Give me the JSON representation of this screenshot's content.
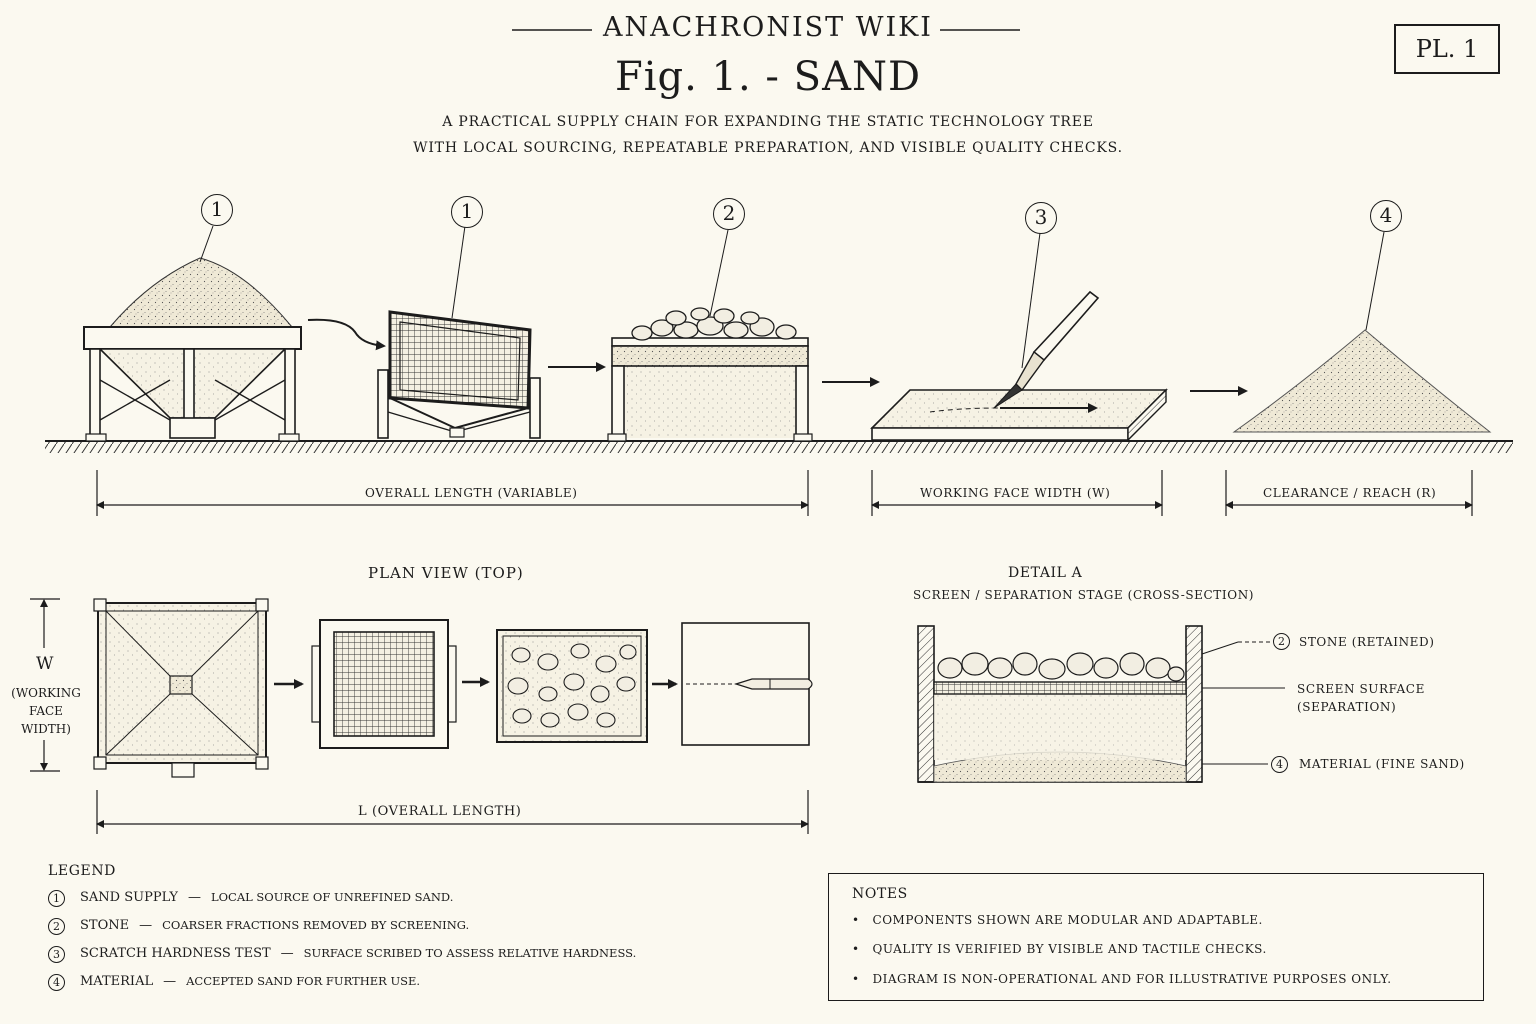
{
  "header": {
    "site_name": "ANACHRONIST WIKI",
    "figure_title": "Fig. 1. - SAND",
    "subtitle_line1": "A PRACTICAL SUPPLY CHAIN FOR EXPANDING THE STATIC TECHNOLOGY TREE",
    "subtitle_line2": "WITH LOCAL SOURCING, REPEATABLE PREPARATION, AND VISIBLE QUALITY CHECKS.",
    "plate_label": "PL. 1"
  },
  "elevation": {
    "callouts": [
      "1",
      "1",
      "2",
      "3",
      "4"
    ],
    "dimensions": {
      "overall_length": "OVERALL LENGTH (VARIABLE)",
      "working_face": "WORKING FACE WIDTH (W)",
      "clearance": "CLEARANCE / REACH (R)"
    }
  },
  "plan_view": {
    "title": "PLAN VIEW (TOP)",
    "w_label": "W",
    "w_desc": [
      "(WORKING",
      "FACE",
      "WIDTH)"
    ],
    "l_label": "L (OVERALL LENGTH)"
  },
  "detail": {
    "title": "DETAIL A",
    "subtitle": "SCREEN / SEPARATION STAGE (CROSS-SECTION)",
    "labels": [
      {
        "num": "2",
        "text": "STONE (RETAINED)"
      },
      {
        "num": "",
        "text": "SCREEN SURFACE",
        "text2": "(SEPARATION)"
      },
      {
        "num": "4",
        "text": "MATERIAL (FINE SAND)"
      }
    ]
  },
  "legend": {
    "title": "LEGEND",
    "items": [
      {
        "num": "1",
        "name": "SAND SUPPLY",
        "desc": "LOCAL SOURCE OF UNREFINED SAND."
      },
      {
        "num": "2",
        "name": "STONE",
        "desc": "COARSER FRACTIONS REMOVED BY SCREENING."
      },
      {
        "num": "3",
        "name": "SCRATCH HARDNESS TEST",
        "desc": "SURFACE SCRIBED TO ASSESS RELATIVE HARDNESS."
      },
      {
        "num": "4",
        "name": "MATERIAL",
        "desc": "ACCEPTED SAND FOR FURTHER USE."
      }
    ]
  },
  "notes": {
    "title": "NOTES",
    "items": [
      "COMPONENTS SHOWN ARE MODULAR AND ADAPTABLE.",
      "QUALITY IS VERIFIED BY VISIBLE AND TACTILE CHECKS.",
      "DIAGRAM IS NON-OPERATIONAL AND FOR ILLUSTRATIVE PURPOSES ONLY."
    ]
  },
  "colors": {
    "ink": "#1c1c1c",
    "paper": "#fbf9f0",
    "sand": "#ecE6d3"
  }
}
